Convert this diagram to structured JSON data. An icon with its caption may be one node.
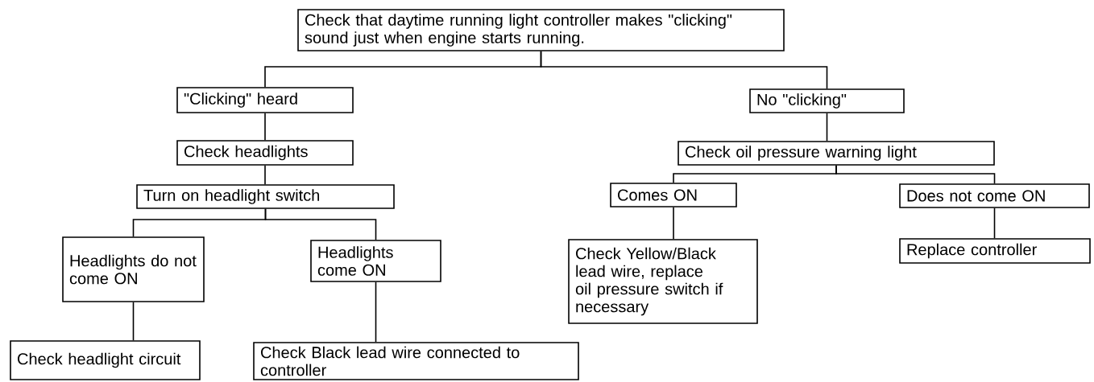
{
  "diagram": {
    "nodes": [
      {
        "text": [
          "Check that daytime running light controller makes \"clicking\" sound just when engine starts running."
        ]
      },
      {
        "text": [
          "\"Clicking\" heard"
        ]
      },
      {
        "text": [
          "Check headlights"
        ]
      },
      {
        "text": [
          "Turn on headlight switch"
        ]
      },
      {
        "text": [
          "Headlights do not come ON"
        ]
      },
      {
        "text": [
          "Headlights come ON"
        ]
      },
      {
        "text": [
          "Check headlight circuit"
        ]
      },
      {
        "text": [
          "Check Black lead wire connected to controller"
        ]
      },
      {
        "text": [
          "No \"clicking\""
        ]
      },
      {
        "text": [
          "Check oil pressure warning light"
        ]
      },
      {
        "text": [
          "Comes ON"
        ]
      },
      {
        "text": [
          "Does not come ON"
        ]
      },
      {
        "text": [
          "Check Yellow/Black lead wire, replace oil pressure switch if necessary"
        ]
      },
      {
        "text": [
          "Replace controller"
        ]
      }
    ],
    "edges": [
      {
        "from": 0,
        "to": 1,
        "arrow": "none"
      },
      {
        "from": 0,
        "to": 8,
        "arrow": "none"
      },
      {
        "from": 1,
        "to": 2,
        "arrow": "none"
      },
      {
        "from": 2,
        "to": 3,
        "arrow": "none"
      },
      {
        "from": 3,
        "to": 4,
        "arrow": "none"
      },
      {
        "from": 3,
        "to": 5,
        "arrow": "none"
      },
      {
        "from": 4,
        "to": 6,
        "arrow": "none"
      },
      {
        "from": 5,
        "to": 7,
        "arrow": "none"
      },
      {
        "from": 8,
        "to": 9,
        "arrow": "none"
      },
      {
        "from": 9,
        "to": 10,
        "arrow": "none"
      },
      {
        "from": 9,
        "to": 11,
        "arrow": "none"
      },
      {
        "from": 10,
        "to": 12,
        "arrow": "none"
      },
      {
        "from": 11,
        "to": 13,
        "arrow": "none"
      }
    ]
  }
}
